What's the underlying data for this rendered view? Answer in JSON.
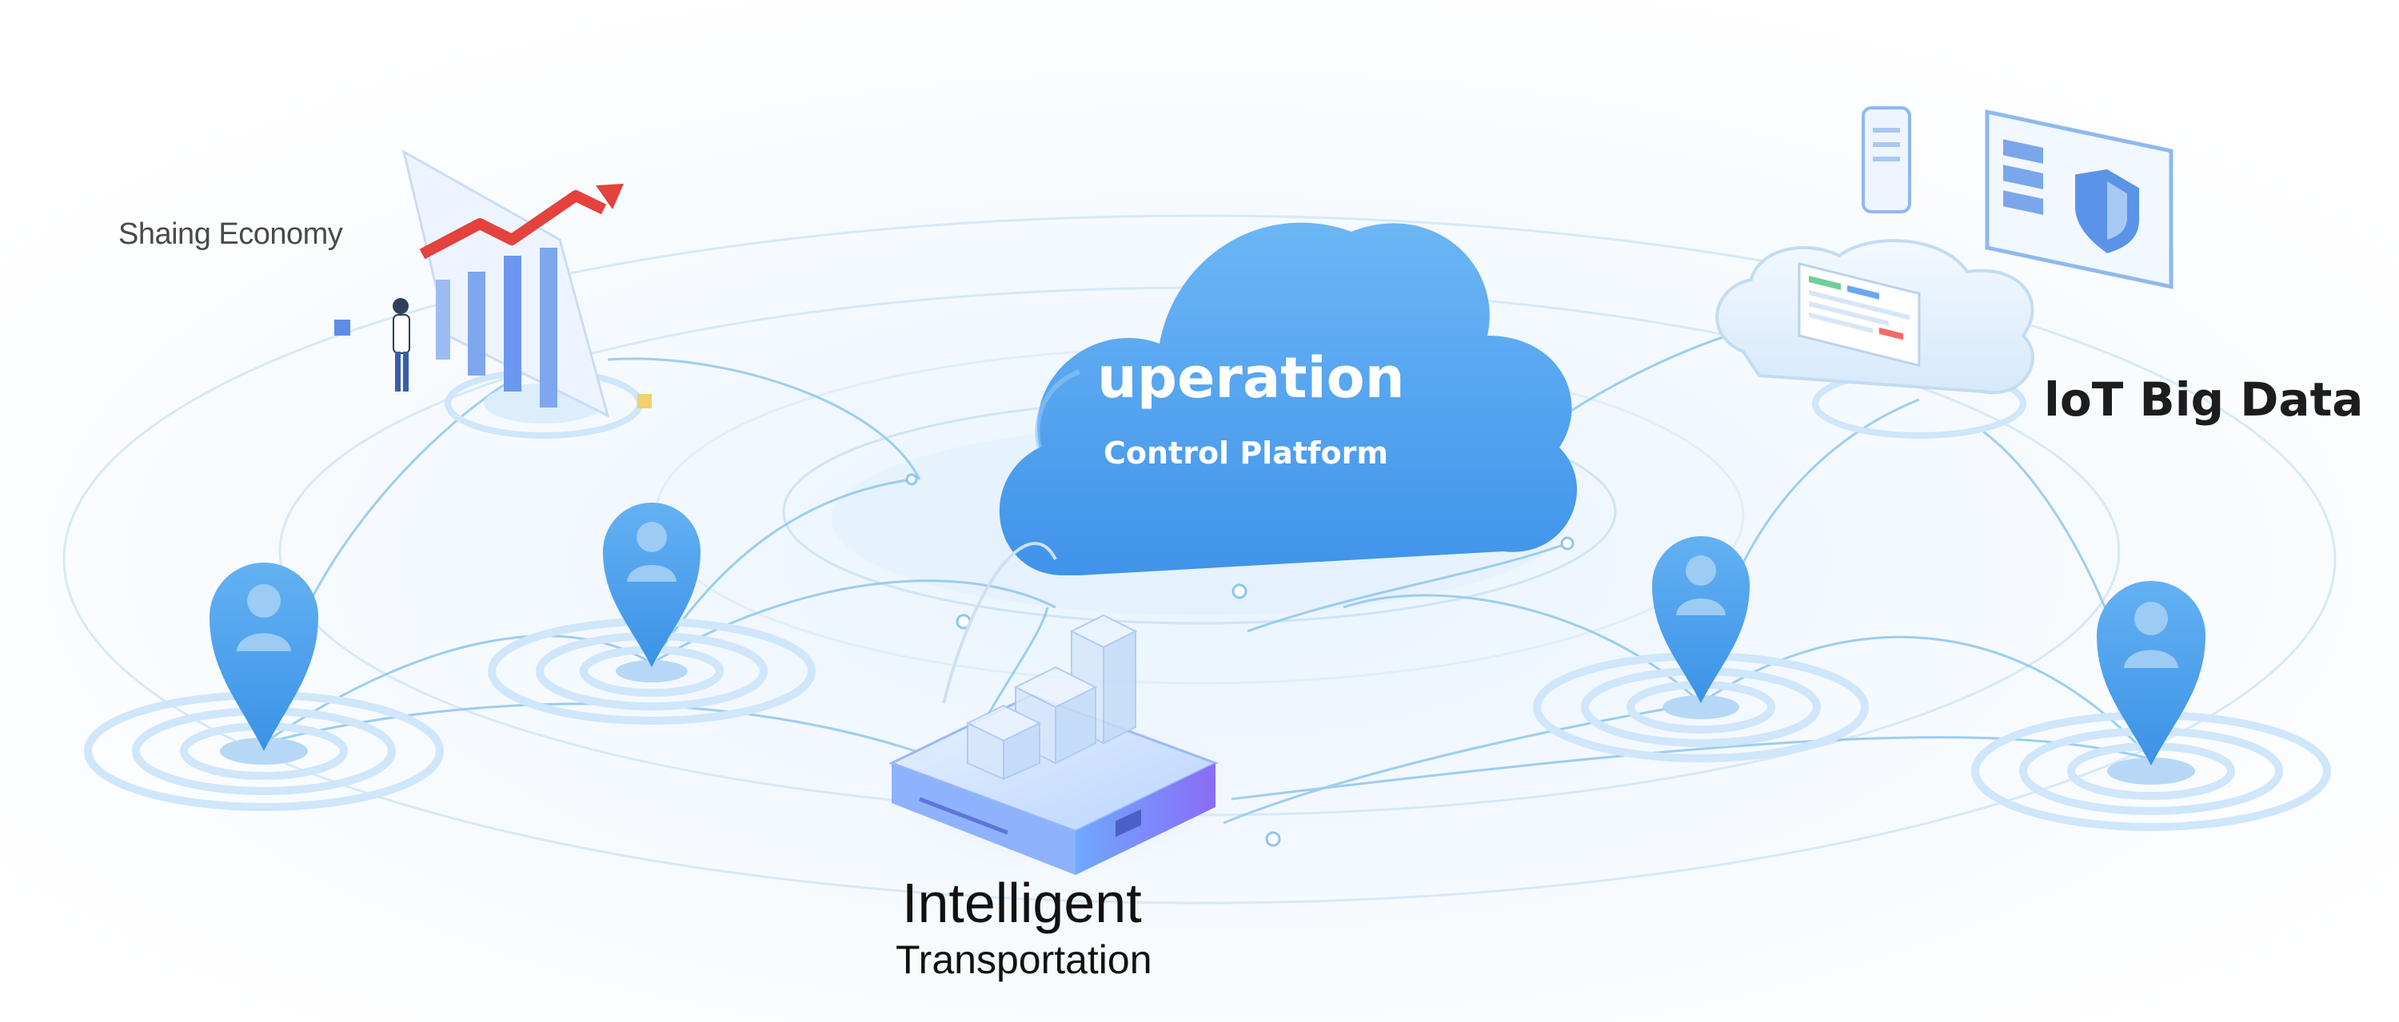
{
  "labels": {
    "sharing_economy": "Shaing Economy",
    "iot_big_data": "loT Big Data",
    "operation": "uperation",
    "control_platform": "Control Platform",
    "intelligent": "Intelligent",
    "transportation": "Transportation"
  },
  "colors": {
    "cloud": "#4a9ff0",
    "pin": "#4da3ef",
    "ring": "#cfe6fb",
    "network_line": "#8fc6ee",
    "arrow": "#e5413d",
    "chip": "#7b8ff5"
  },
  "icons": {
    "center": "cloud-icon",
    "pins": "location-pin-user-icon",
    "top_left": "bar-chart-growth-icon",
    "top_right": "cloud-dashboard-icon",
    "bottom_center": "chip-server-icon"
  }
}
